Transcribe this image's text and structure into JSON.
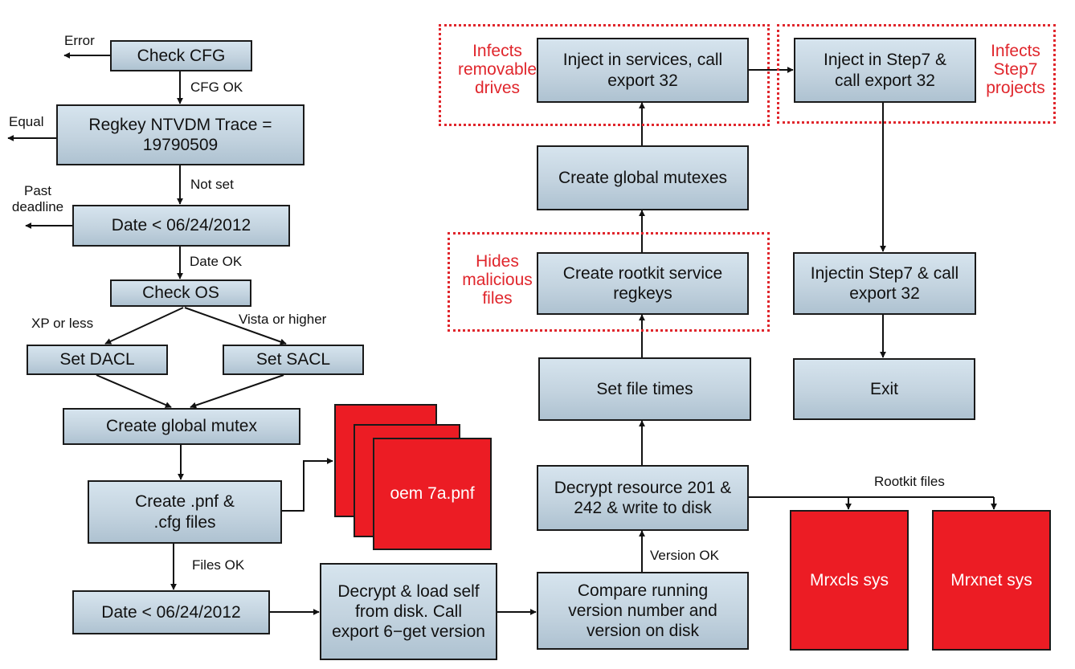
{
  "diagram": {
    "nodes": {
      "check_cfg": "Check CFG",
      "regkey": "Regkey NTVDM Trace = 19790509",
      "date_check_1": "Date < 06/24/2012",
      "check_os": "Check OS",
      "set_dacl": "Set DACL",
      "set_sacl": "Set SACL",
      "create_global_mutex": "Create global mutex",
      "create_pnf": "Create .pnf & .cfg files",
      "date_check_2": "Date < 06/24/2012",
      "decrypt_load": "Decrypt & load self from disk. Call export 6−get version",
      "compare_version": "Compare running version number and version on disk",
      "decrypt_resource": "Decrypt resource 201 & 242 & write to disk",
      "set_file_times": "Set file times",
      "create_rootkit": "Create rootkit service regkeys",
      "create_global_mutexes": "Create global mutexes",
      "inject_services": "Inject in services, call export 32",
      "inject_step7_a": "Inject in Step7 & call export 32",
      "inject_step7_b": "Injectin Step7 & call export 32",
      "exit": "Exit"
    },
    "files": {
      "oem": "oem 7a.pnf",
      "mrxcls": "Mrxcls sys",
      "mrxnet": "Mrxnet sys"
    },
    "edge_labels": {
      "error": "Error",
      "cfg_ok": "CFG OK",
      "equal": "Equal",
      "not_set": "Not set",
      "past_deadline": "Past deadline",
      "date_ok": "Date OK",
      "xp_or_less": "XP or less",
      "vista_or_higher": "Vista or higher",
      "files_ok": "Files OK",
      "version_ok": "Version OK",
      "rootkit_files": "Rootkit files"
    },
    "annotations": {
      "infects_removable": "Infects removable drives",
      "infects_step7": "Infects Step7 projects",
      "hides_files": "Hides malicious files"
    },
    "colors": {
      "box_border": "#1a1a1a",
      "box_fill_top": "#d6e4ee",
      "box_fill_bottom": "#aec2d1",
      "file_red": "#ec1c24",
      "annotation_red": "#e0262c"
    }
  }
}
